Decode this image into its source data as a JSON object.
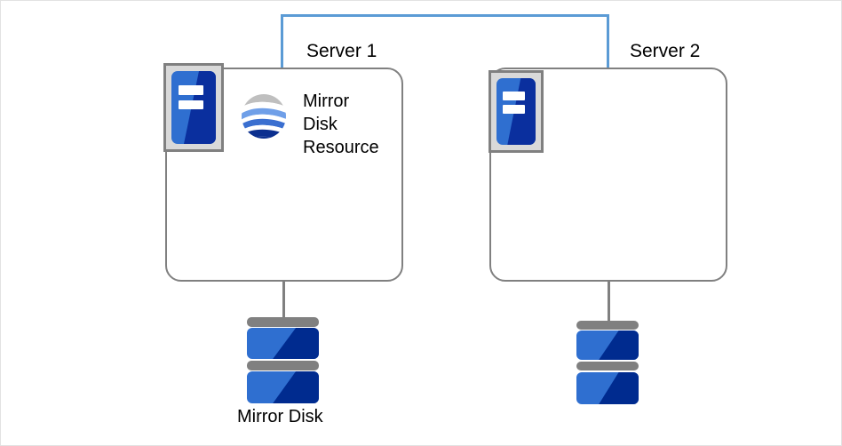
{
  "diagram": {
    "title": "Mirror Disk Resource two-server cluster diagram",
    "network": {
      "name": "interconnect-link",
      "color": "#5B9BD5"
    },
    "servers": [
      {
        "id": "server-1",
        "label": "Server 1",
        "icon": "server-icon",
        "resource": {
          "icon": "globe-icon",
          "line1": "Mirror",
          "line2": "Disk",
          "line3": "Resource"
        },
        "disk": {
          "icon": "disk-stack-icon",
          "label": "Mirror Disk"
        }
      },
      {
        "id": "server-2",
        "label": "Server 2",
        "icon": "server-icon",
        "resource": null,
        "disk": {
          "icon": "disk-stack-icon",
          "label": ""
        }
      }
    ],
    "colors": {
      "box_border": "#808080",
      "link": "#5B9BD5",
      "disk_light": "#2F6FD0",
      "disk_dark": "#002B8F",
      "badge_fill": "#d9d9d9",
      "globe_gray": "#BFBFBF",
      "globe_light_blue": "#6F9FE8",
      "globe_mid_blue": "#3A6FD0",
      "globe_dark_blue": "#0B2F8F"
    }
  }
}
